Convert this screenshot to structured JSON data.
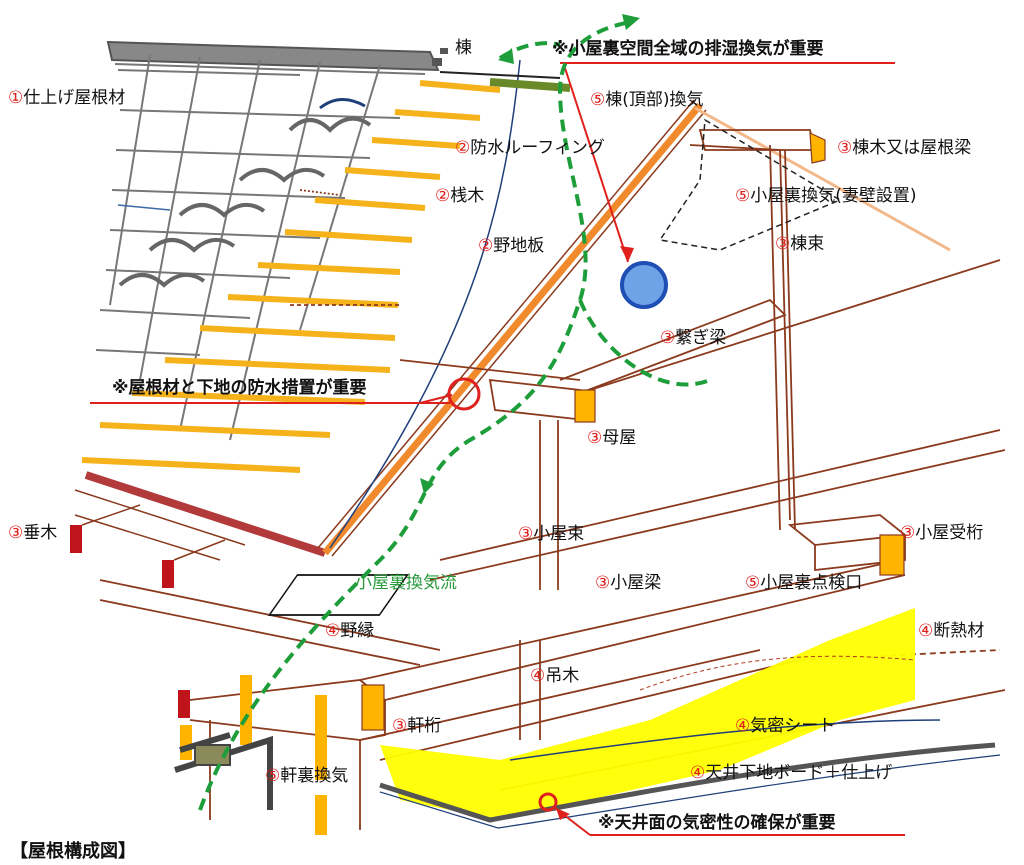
{
  "colors": {
    "wood": "#8b3a1e",
    "batten": "#f5b21b",
    "orange_board": "#f08a2c",
    "insulation": "#ffff00",
    "arrow_red": "#e0201c",
    "airflow_green": "#1e9e3a",
    "vent_olive": "#6a8a2a",
    "tile_gray": "#777777",
    "circle_blue": "#3a7fd5"
  },
  "labels": {
    "ridge": "棟",
    "roof_finish": "①仕上げ屋根材",
    "ridge_vent": "⑤棟(頂部)換気",
    "waterproof_roofing": "②防水ルーフィング",
    "batten": "②桟木",
    "sheathing": "②野地板",
    "ridge_beam": "③棟木又は屋根梁",
    "gable_vent": "⑤小屋裏換気(妻壁設置)",
    "king_post": "③棟束",
    "tie_beam": "③繋ぎ梁",
    "purlin": "③母屋",
    "rafter": "③垂木",
    "attic_post": "③小屋束",
    "attic_beam": "③小屋梁",
    "attic_girder": "③小屋受桁",
    "inspection_hatch": "⑤小屋裏点検口",
    "ceiling_joist": "④野縁",
    "insulation": "④断熱材",
    "hanger": "④吊木",
    "eave_girder": "③軒桁",
    "airtight_sheet": "④気密シート",
    "eave_vent": "⑤軒裏換気",
    "ceiling_board": "④天井下地ボード＋仕上げ",
    "attic_airflow": "小屋裏換気流"
  },
  "notes": {
    "attic_ventilation": "※小屋裏空間全域の排湿換気が重要",
    "roof_waterproof": "※屋根材と下地の防水措置が重要",
    "ceiling_airtight": "※天井面の気密性の確保が重要"
  },
  "title": "【屋根構成図】"
}
